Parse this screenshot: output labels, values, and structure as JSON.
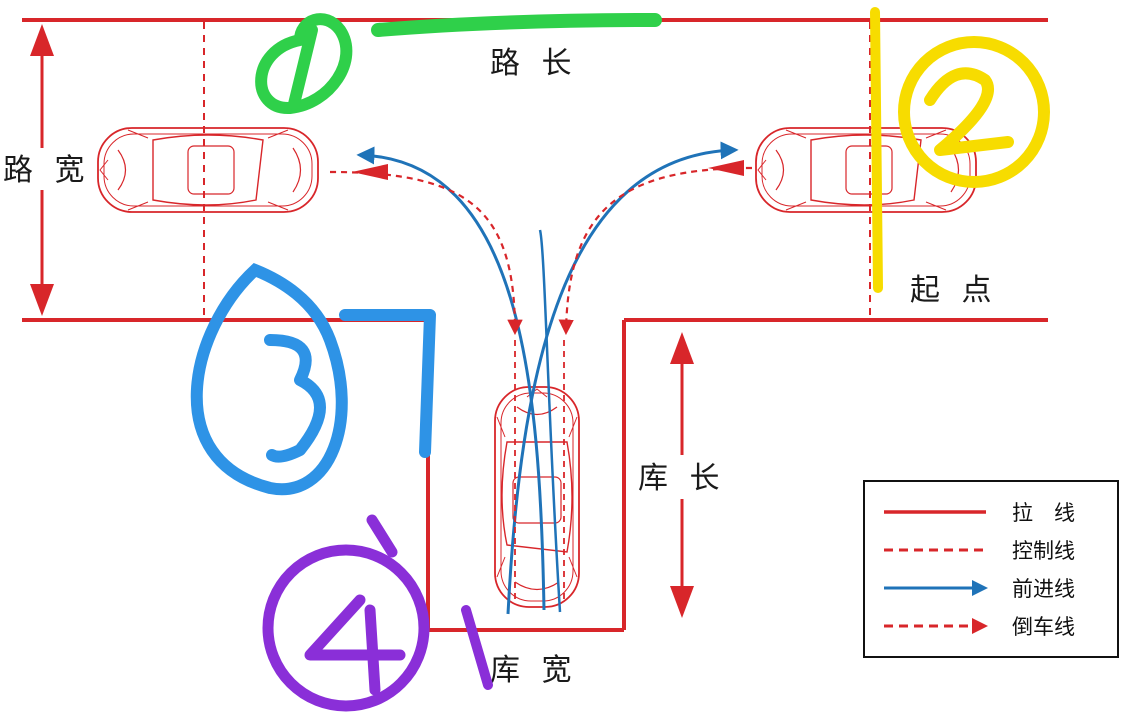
{
  "labels": {
    "road_length": "路 长",
    "road_width": "路 宽",
    "start_point": "起 点",
    "garage_length": "库 长",
    "garage_width": "库 宽"
  },
  "legend": {
    "pull_line": "拉　线",
    "control_line": "控制线",
    "forward_line": "前进线",
    "reverse_line": "倒车线"
  },
  "annotations": {
    "n1": "1",
    "n2": "2",
    "n3": "3",
    "n4": "4"
  },
  "colors": {
    "red": "#d8262a",
    "blue": "#1f73b8",
    "green": "#2fd04a",
    "yellow": "#f7dc00",
    "light_blue": "#2e93e6",
    "purple": "#8a2fd8"
  }
}
